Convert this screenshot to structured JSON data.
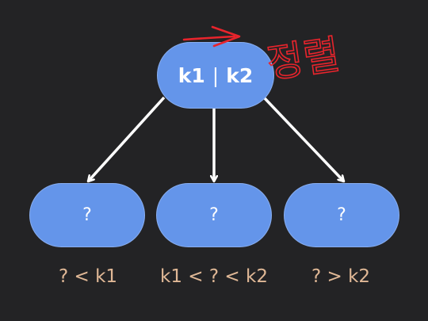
{
  "root": {
    "key1": "k1",
    "separator": "|",
    "key2": "k2"
  },
  "children": [
    {
      "label": "?",
      "condition": "? < k1"
    },
    {
      "label": "?",
      "condition": "k1 < ? < k2"
    },
    {
      "label": "?",
      "condition": "? > k2"
    }
  ],
  "annotation": {
    "text": "정렬",
    "color": "#e8242c"
  },
  "colors": {
    "background": "#232325",
    "node_fill": "#6495ea",
    "arrow": "#ffffff",
    "condition_text": "#e0b896"
  }
}
